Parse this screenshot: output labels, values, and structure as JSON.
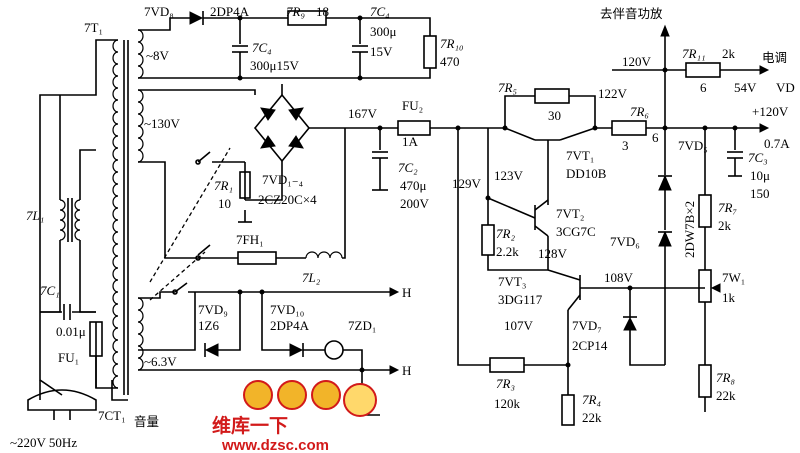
{
  "labels": {
    "transformer": "7T₁",
    "ct": "7CT₁",
    "volume": "音量",
    "mains": "~220V 50Hz",
    "L1": "7L₁",
    "C1": "7C₁",
    "C1_val": "0.01μ",
    "FU1": "FU₁",
    "vd8": "7VD₈",
    "dp4a": "2DP4A",
    "r9": "7R₉",
    "r9_val": "18",
    "c4_top": "7C₄",
    "c4_top_val1": "300μ",
    "c4_top_val2": "15V",
    "c4_left": "7C₄",
    "c4_left_val": "300μ15V",
    "ac8": "~8V",
    "r10": "7R₁₀",
    "r10_val": "470",
    "ac130": "~130V",
    "r1": "7R₁",
    "r1_val": "10",
    "vd14": "7VD₁₋₄",
    "bridge": "2CZ20C×4",
    "fh1": "7FH₁",
    "L2": "7L₂",
    "ac63": "~6.3V",
    "vd9": "7VD₉",
    "vd9_val": "1Z6",
    "vd10": "7VD₁₀",
    "vd10_val": "2DP4A",
    "zd1": "7ZD₁",
    "h1": "H",
    "h2": "H",
    "v167": "167V",
    "fu2": "FU₂",
    "fu2_val": "1A",
    "c2": "7C₂",
    "c2_val1": "470μ",
    "c2_val2": "200V",
    "v129": "129V",
    "v123": "123V",
    "r5": "7R₅",
    "r5_val": "30",
    "v122": "122V",
    "r6": "7R₆",
    "r6_val": "3",
    "node6": "6",
    "vt1": "7VT₁",
    "vt1_val": "DD10B",
    "r2": "7R₂",
    "r2_val": "2.2k",
    "vt2": "7VT₂",
    "vt2_val": "3CG7C",
    "v128": "128V",
    "vt3": "7VT₃",
    "vt3_val": "3DG117",
    "v107": "107V",
    "v108": "108V",
    "vd7": "7VD₇",
    "vd7_val": "2CP14",
    "r3": "7R₃",
    "r3_val": "120k",
    "r4": "7R₄",
    "r4_val": "22k",
    "to_amp": "去伴音功放",
    "v120": "120V",
    "r11": "7R₁₁",
    "r11_val": "2k",
    "tuning": "电调",
    "node6b": "6",
    "v54": "54V",
    "vd_out": "VD",
    "v120out": "+120V",
    "a07": "0.7A",
    "vd5": "7VD₅",
    "c3": "7C₃",
    "c3_val1": "10μ",
    "c3_val2": "150",
    "zener": "2DW7B×2",
    "vd6": "7VD₆",
    "r7": "7R₇",
    "r7_val": "2k",
    "w1": "7W₁",
    "w1_val": "1k",
    "r8": "7R₈",
    "r8_val": "22k",
    "watermark_brand": "维库一下",
    "watermark_url": "www.dzsc.com"
  },
  "colors": {
    "line": "#000000",
    "watermark": "#d21a1a"
  }
}
